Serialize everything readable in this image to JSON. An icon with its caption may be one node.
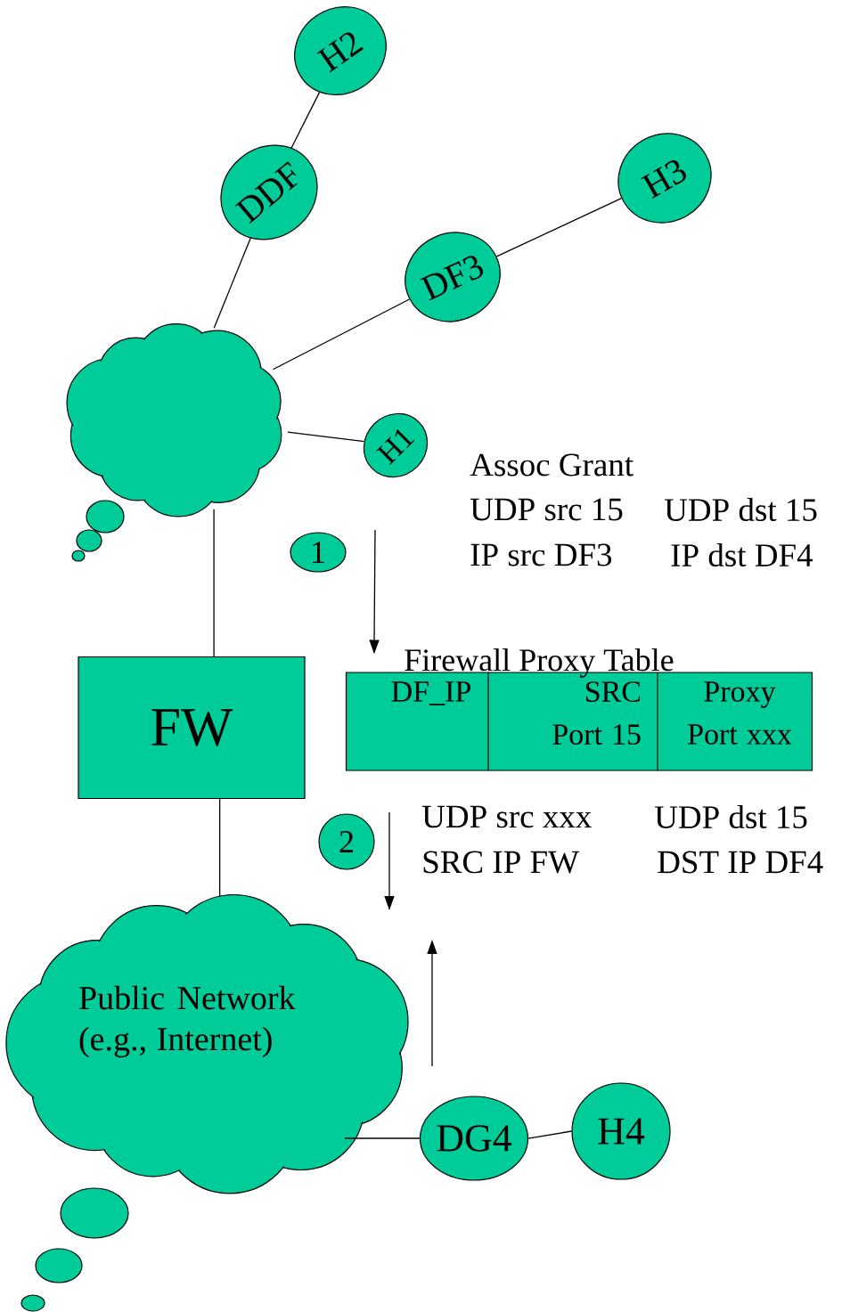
{
  "diagram": {
    "nodes": [
      {
        "text": [],
        "shape": "cloud"
      },
      {
        "text": [
          "H2"
        ]
      },
      {
        "text": [
          "DDF"
        ]
      },
      {
        "text": [
          "H3"
        ]
      },
      {
        "text": [
          "DF3"
        ]
      },
      {
        "text": [
          "H1"
        ]
      },
      {
        "text": [
          "FW"
        ]
      },
      {
        "text": [
          "Public Network (e.g., Internet)"
        ]
      },
      {
        "text": [
          "DG4"
        ]
      },
      {
        "text": [
          "H4"
        ]
      },
      {
        "text": [
          "1"
        ]
      },
      {
        "text": [
          "2"
        ]
      },
      {
        "text": [
          "Firewall Proxy Table",
          "DF_IP",
          "SRC Port 15",
          "Proxy Port xxx"
        ]
      }
    ],
    "edges": [
      {
        "from": 0,
        "to": 2,
        "arrow": "none"
      },
      {
        "from": 2,
        "to": 1,
        "arrow": "none"
      },
      {
        "from": 0,
        "to": 4,
        "arrow": "none"
      },
      {
        "from": 4,
        "to": 3,
        "arrow": "none"
      },
      {
        "from": 0,
        "to": 5,
        "arrow": "none"
      },
      {
        "from": 0,
        "to": 6,
        "arrow": "none"
      },
      {
        "from": 6,
        "to": 7,
        "arrow": "none"
      },
      {
        "from": 7,
        "to": 8,
        "arrow": "none"
      },
      {
        "from": 8,
        "to": 9,
        "arrow": "none"
      },
      {
        "from": null,
        "to": 12,
        "arrow": "to"
      },
      {
        "from": null,
        "to": 7,
        "arrow": "to"
      }
    ],
    "labels": [
      "Assoc Grant",
      "UDP src 15",
      "UDP dst 15",
      "IP src DF3",
      "IP dst DF4",
      "UDP src xxx",
      "UDP dst 15",
      "SRC IP FW",
      "DST IP DF4"
    ]
  }
}
